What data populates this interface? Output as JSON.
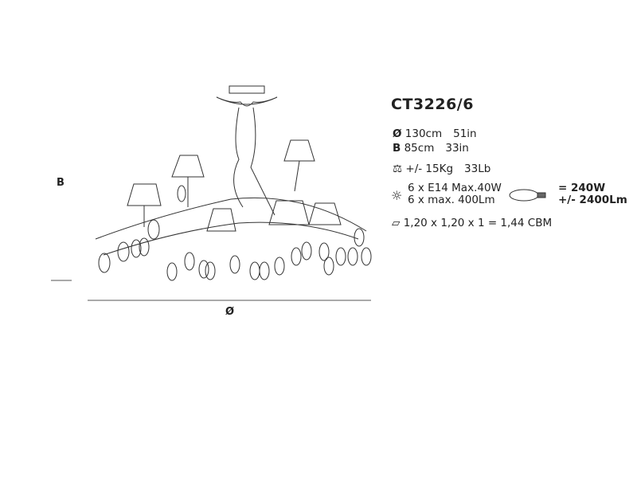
{
  "product": {
    "code": "CT3226/6",
    "diameter_symbol": "Ø",
    "diameter_cm": "130cm",
    "diameter_in": "51in",
    "height_symbol": "B",
    "height_cm": "85cm",
    "height_in": "33in",
    "weight_kg": "+/- 15Kg",
    "weight_lb": "33Lb",
    "bulbs": "6 x E14 Max.40W",
    "lumens": "6 x max. 400Lm",
    "total_watt": "= 240W",
    "total_lumen": "+/- 2400Lm",
    "packaging": "1,20 x 1,20 x 1 = 1,44 CBM"
  },
  "drawing": {
    "height_label": "B",
    "diameter_label": "Ø"
  }
}
